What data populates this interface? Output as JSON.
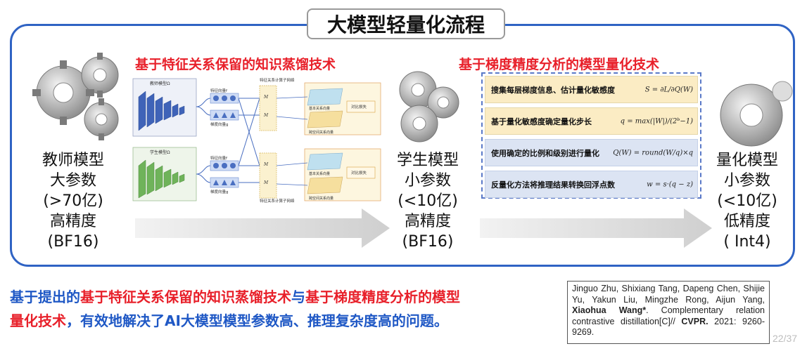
{
  "title": "大模型轻量化流程",
  "left_section_title": "基于特征关系保留的知识蒸馏技术",
  "right_section_title": "基于梯度精度分析的模型量化技术",
  "teacher": {
    "l1": "教师模型",
    "l2": "大参数",
    "l3": "(>70亿)",
    "l4": "高精度",
    "l5": "(BF16)"
  },
  "student": {
    "l1": "学生模型",
    "l2": "小参数",
    "l3": "(<10亿)",
    "l4": "高精度",
    "l5": "(BF16)"
  },
  "quantized": {
    "l1": "量化模型",
    "l2": "小参数",
    "l3": "(<10亿)",
    "l4": "低精度",
    "l5": "( Int4)"
  },
  "diagram": {
    "teacher_label": "教师模型Ω",
    "student_label": "学生模型Ω",
    "feat_vec_top": "特征向量f",
    "grad_vec_top": "梯度向量g",
    "feat_vec_bot": "特征向量f",
    "grad_vec_bot": "梯度向量g",
    "calc_top": "特征关系计算子网络",
    "calc_bot": "特征关系计算子网络",
    "m_top_1": "M",
    "m_top_2": "M",
    "m_bot_1": "M",
    "m_bot_2": "M",
    "rel_top_1": "基本关系向量",
    "rel_top_2": "跨空间关系向量",
    "rel_bot_1": "基本关系向量",
    "rel_bot_2": "跨空间关系向量",
    "loss_top": "对比损失",
    "loss_bot": "对比损失"
  },
  "quant_steps": [
    {
      "text": "搜集每层梯度信息、估计量化敏感度",
      "formula": "S = ∂L/∂Q(W)"
    },
    {
      "text": "基于量化敏感度确定量化步长",
      "formula": "q = max(|W|)/(2ᵇ−1)"
    },
    {
      "text": "使用确定的比例和级别进行量化",
      "formula": "Q(W) = round(W/q)×q"
    },
    {
      "text": "反量化方法将推理结果转换回浮点数",
      "formula": "w = s·(q − z)"
    }
  ],
  "summary": {
    "p1": "基于提出的",
    "p2": "基于特征关系保留的知识蒸馏技术",
    "p3": "与",
    "p4": "基于梯度精度分析的模型",
    "p5": "量化技术",
    "p6": "，有效地解决了AI大模型模型参数高、推理复杂度高的问题。"
  },
  "citation": {
    "authors": "Jinguo Zhu, Shixiang Tang, Dapeng Chen, Shijie Yu, Yakun Liu, Mingzhe Rong, Aijun Yang, ",
    "corresponding": "Xiaohua Wang*",
    "title": ". Complementary relation contrastive distillation[C]// ",
    "venue": "CVPR.",
    "pages": " 2021: 9260-9269."
  },
  "page_number": "22/37",
  "colors": {
    "frame": "#2f63c4",
    "red": "#e8202a",
    "blue": "#1f58c5",
    "gear": "#9c9c9c"
  }
}
